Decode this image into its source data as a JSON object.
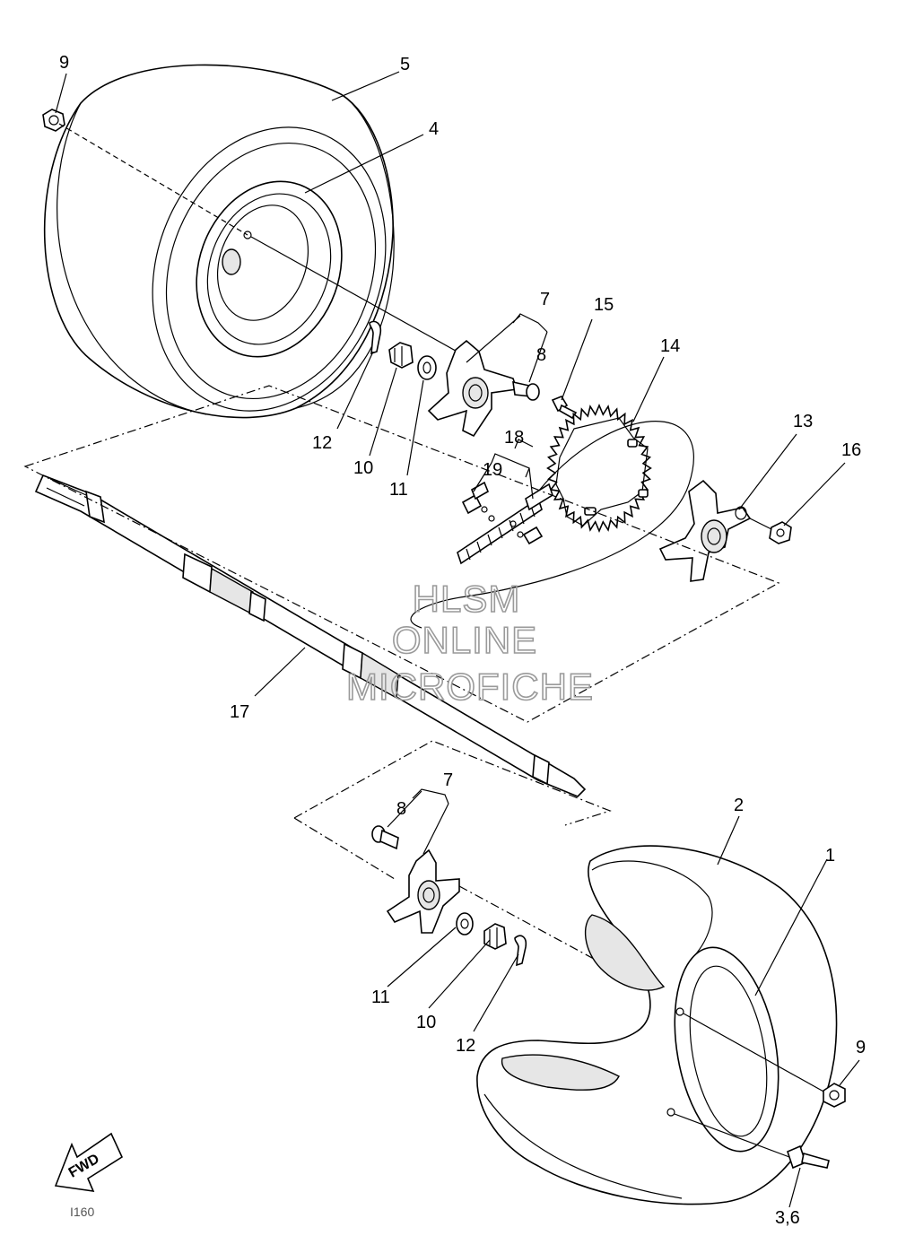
{
  "labels": {
    "p1": "1",
    "p2": "2",
    "p3_6": "3,6",
    "p4": "4",
    "p5": "5",
    "p7_top": "7",
    "p7_bottom": "7",
    "p8_top": "8",
    "p8_bottom": "8",
    "p9_top": "9",
    "p9_bottom": "9",
    "p10_top": "10",
    "p10_bottom": "10",
    "p11_top": "11",
    "p11_bottom": "11",
    "p12_top": "12",
    "p12_bottom": "12",
    "p13": "13",
    "p14": "14",
    "p15": "15",
    "p16": "16",
    "p17": "17",
    "p18": "18",
    "p19": "19"
  },
  "watermark": {
    "line1": "HLSM",
    "line2": "ONLINE",
    "line3": "MICROFICHE"
  },
  "fwd_label": "FWD",
  "footer_code": "I160"
}
